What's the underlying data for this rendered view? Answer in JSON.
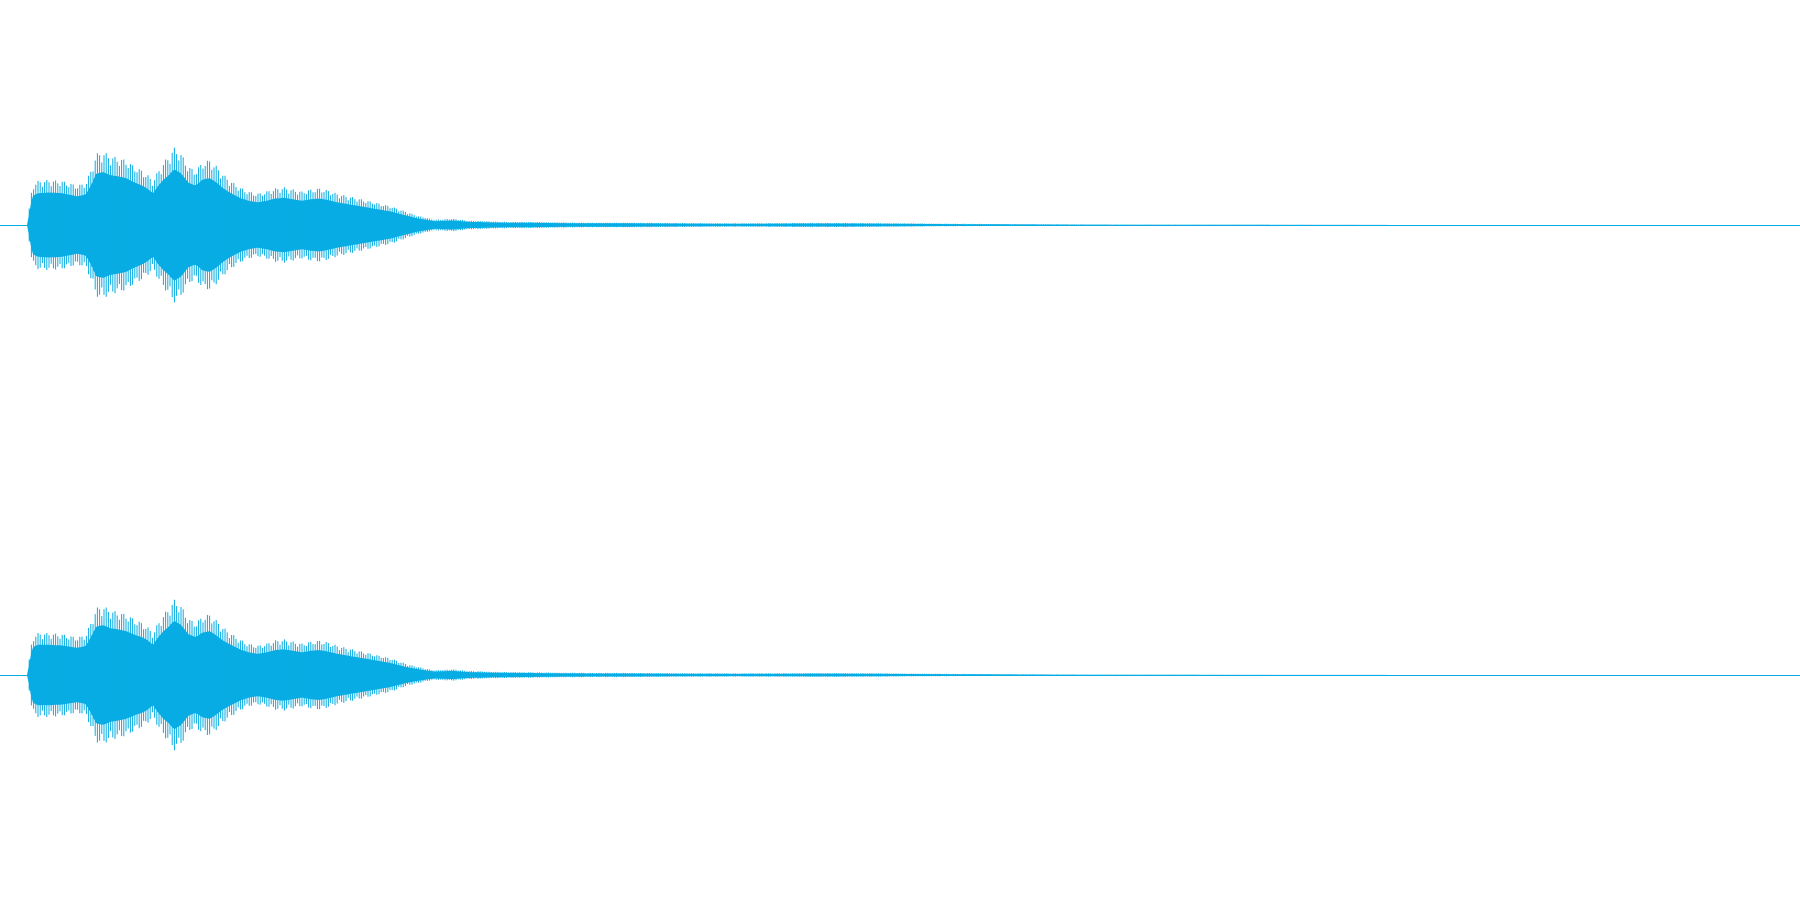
{
  "colors": {
    "background": "#ffffff",
    "waveform": "#07ace3",
    "centerline": "#07ace3"
  },
  "chart_data": {
    "type": "area",
    "description_of_axes": "",
    "x_unit": "",
    "y_range": [
      -1,
      1
    ],
    "grid": false,
    "legend": "none",
    "series": [
      {
        "channel": 1,
        "envelope": {
          "x": [
            0.0,
            0.003,
            0.006,
            0.012,
            0.02,
            0.028,
            0.033,
            0.036,
            0.039,
            0.043,
            0.047,
            0.052,
            0.056,
            0.059,
            0.062,
            0.065,
            0.068,
            0.071,
            0.074,
            0.077,
            0.08,
            0.083,
            0.087,
            0.091,
            0.095,
            0.099,
            0.103,
            0.107,
            0.111,
            0.115,
            0.12,
            0.125,
            0.13,
            0.135,
            0.14,
            0.145,
            0.15,
            0.155,
            0.16,
            0.165,
            0.17,
            0.175,
            0.18,
            0.185,
            0.19,
            0.195,
            0.2,
            0.205,
            0.21,
            0.215,
            0.22,
            0.225,
            0.23,
            0.235,
            0.24,
            0.245,
            0.25,
            0.255,
            0.26,
            0.27,
            0.28,
            0.29,
            0.3,
            0.32,
            0.34,
            0.36,
            0.38,
            0.4,
            0.42,
            0.44,
            0.46,
            0.48,
            0.5,
            0.52,
            0.54,
            0.56,
            0.6,
            0.63,
            0.66,
            0.7,
            0.75,
            0.8,
            1.0
          ],
          "amplitude": [
            0.0,
            0.38,
            0.42,
            0.43,
            0.42,
            0.38,
            0.4,
            0.52,
            0.68,
            0.7,
            0.66,
            0.64,
            0.62,
            0.58,
            0.55,
            0.52,
            0.48,
            0.42,
            0.52,
            0.6,
            0.66,
            0.74,
            0.68,
            0.56,
            0.52,
            0.6,
            0.62,
            0.56,
            0.48,
            0.42,
            0.36,
            0.32,
            0.3,
            0.32,
            0.35,
            0.36,
            0.34,
            0.32,
            0.34,
            0.35,
            0.33,
            0.3,
            0.28,
            0.26,
            0.24,
            0.22,
            0.2,
            0.18,
            0.15,
            0.12,
            0.09,
            0.07,
            0.05,
            0.055,
            0.06,
            0.05,
            0.04,
            0.04,
            0.035,
            0.03,
            0.03,
            0.028,
            0.025,
            0.022,
            0.022,
            0.02,
            0.018,
            0.016,
            0.018,
            0.02,
            0.02,
            0.018,
            0.015,
            0.012,
            0.01,
            0.008,
            0.005,
            0.004,
            0.003,
            0.002,
            0.001,
            0.0,
            0.0
          ]
        }
      },
      {
        "channel": 2,
        "envelope": {
          "x": [
            0.0,
            0.003,
            0.006,
            0.012,
            0.02,
            0.028,
            0.033,
            0.036,
            0.039,
            0.043,
            0.047,
            0.052,
            0.056,
            0.059,
            0.062,
            0.065,
            0.068,
            0.071,
            0.074,
            0.077,
            0.08,
            0.083,
            0.087,
            0.091,
            0.095,
            0.099,
            0.103,
            0.107,
            0.111,
            0.115,
            0.12,
            0.125,
            0.13,
            0.135,
            0.14,
            0.145,
            0.15,
            0.155,
            0.16,
            0.165,
            0.17,
            0.175,
            0.18,
            0.185,
            0.19,
            0.195,
            0.2,
            0.205,
            0.21,
            0.215,
            0.22,
            0.225,
            0.23,
            0.235,
            0.24,
            0.245,
            0.25,
            0.255,
            0.26,
            0.27,
            0.28,
            0.29,
            0.3,
            0.32,
            0.34,
            0.36,
            0.38,
            0.4,
            0.42,
            0.44,
            0.46,
            0.48,
            0.5,
            0.52,
            0.54,
            0.56,
            0.6,
            0.63,
            0.66,
            0.7,
            0.75,
            0.8,
            1.0
          ],
          "amplitude": [
            0.0,
            0.36,
            0.4,
            0.4,
            0.39,
            0.36,
            0.38,
            0.5,
            0.64,
            0.66,
            0.62,
            0.6,
            0.58,
            0.55,
            0.52,
            0.5,
            0.46,
            0.4,
            0.5,
            0.58,
            0.64,
            0.72,
            0.66,
            0.54,
            0.5,
            0.56,
            0.58,
            0.52,
            0.45,
            0.4,
            0.34,
            0.3,
            0.28,
            0.3,
            0.33,
            0.34,
            0.32,
            0.3,
            0.32,
            0.33,
            0.31,
            0.28,
            0.26,
            0.24,
            0.22,
            0.2,
            0.18,
            0.16,
            0.13,
            0.1,
            0.08,
            0.06,
            0.045,
            0.05,
            0.055,
            0.045,
            0.038,
            0.036,
            0.032,
            0.028,
            0.027,
            0.025,
            0.022,
            0.02,
            0.02,
            0.018,
            0.016,
            0.015,
            0.016,
            0.018,
            0.018,
            0.016,
            0.013,
            0.011,
            0.009,
            0.007,
            0.004,
            0.003,
            0.002,
            0.001,
            0.001,
            0.0,
            0.0
          ]
        }
      }
    ]
  }
}
